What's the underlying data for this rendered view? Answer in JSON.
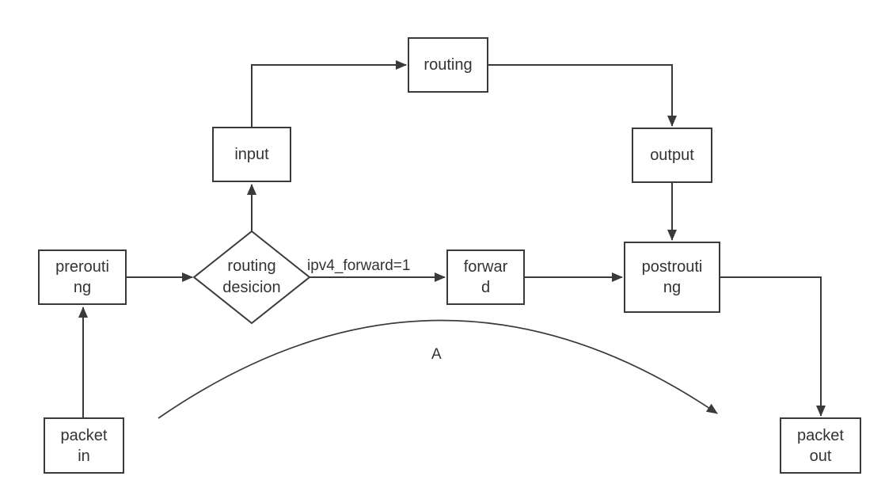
{
  "diagram": {
    "background": "#ffffff",
    "stroke_color": "#3a3a3a",
    "text_color": "#333333",
    "nodes": {
      "packet_in": {
        "lines": [
          "packet",
          "in"
        ]
      },
      "prerouting": {
        "lines": [
          "prerouti",
          "ng"
        ]
      },
      "routing_decision": {
        "lines": [
          "routing",
          "desicion"
        ]
      },
      "input": {
        "lines": [
          "input"
        ]
      },
      "routing": {
        "lines": [
          "routing"
        ]
      },
      "output": {
        "lines": [
          "output"
        ]
      },
      "forward": {
        "lines": [
          "forwar",
          "d"
        ]
      },
      "postrouting": {
        "lines": [
          "postrouti",
          "ng"
        ]
      },
      "packet_out": {
        "lines": [
          "packet",
          "out"
        ]
      }
    },
    "edge_labels": {
      "forward_condition": "ipv4_forward=1",
      "curve_label": "A"
    }
  }
}
